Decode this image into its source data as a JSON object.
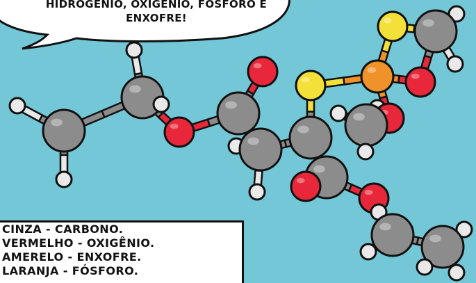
{
  "speech_bubble": {
    "line1": "HIDROGÊNIO, OXIGÊNIO, FÓSFORO E",
    "line2": "ENXOFRE!"
  },
  "legend": {
    "items": [
      "CINZA - CARBONO.",
      "VERMELHO - OXIGÊNIO.",
      "AMERELO - ENXOFRE.",
      "LARANJA - FÓSFORO."
    ]
  },
  "colors": {
    "background": "#73c7d6",
    "carbon": "#8c8c8c",
    "hydrogen": "#e9e9e9",
    "oxygen": "#e8283a",
    "sulfur": "#f3e13a",
    "phosphorus": "#f0922a"
  }
}
